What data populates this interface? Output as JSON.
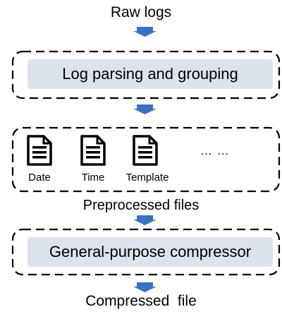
{
  "diagram": {
    "input_label": "Raw logs",
    "step1_label": "Log parsing and grouping",
    "files": [
      "Date",
      "Time",
      "Template"
    ],
    "ellipsis": "… …",
    "middle_label": "Preprocessed files",
    "step2_label": "General-purpose compressor",
    "output_label": "Compressed  file",
    "colors": {
      "box_fill": "#dde3ec",
      "arrow": "#3f6fbf",
      "border": "#000000"
    },
    "icons": [
      "document-icon",
      "arrow-down-icon"
    ]
  }
}
